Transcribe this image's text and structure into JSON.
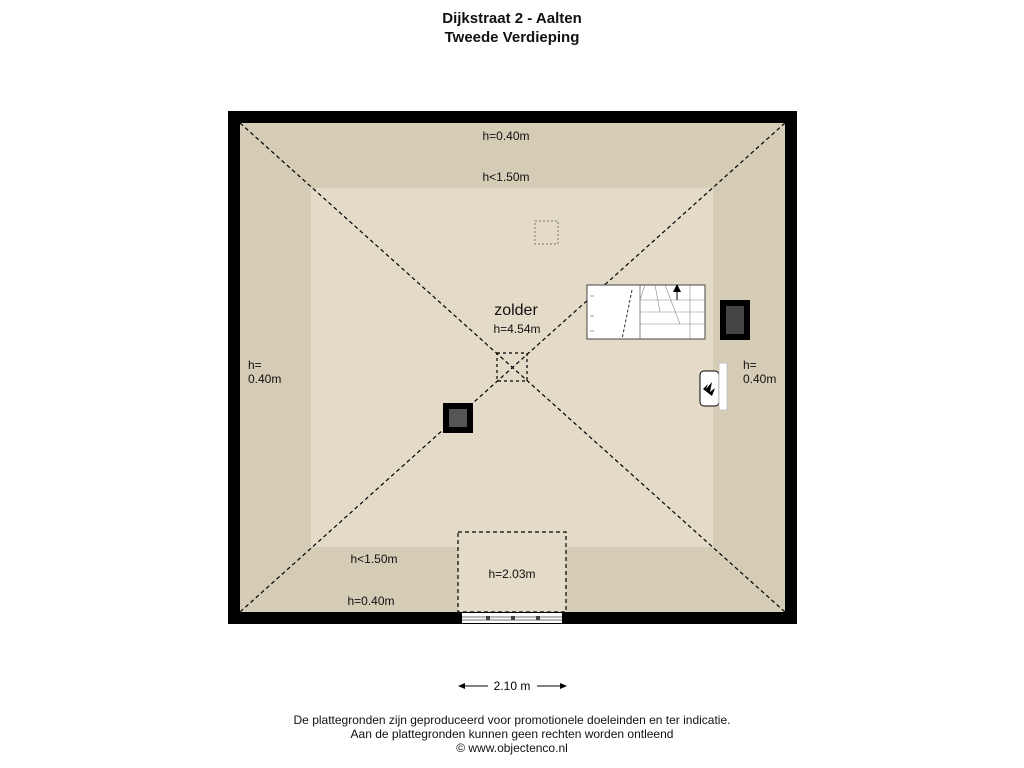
{
  "header": {
    "title": "Dijkstraat 2 - Aalten",
    "subtitle": "Tweede Verdieping"
  },
  "plan": {
    "room_name": "zolder",
    "room_height": "h=4.54m",
    "top_low": "h=0.40m",
    "top_mid": "h<1.50m",
    "left_h": "h=",
    "left_val": "0.40m",
    "right_h": "h=",
    "right_val": "0.40m",
    "bottom_mid": "h<1.50m",
    "bottom_low": "h=0.40m",
    "dormer_height": "h=2.03m",
    "dimension": "2.10 m"
  },
  "colors": {
    "wall": "#000000",
    "low_zone": "#d5ccb6",
    "room": "#e3dbc7"
  },
  "footer": {
    "line1": "De plattegronden zijn geproduceerd voor promotionele doeleinden en ter indicatie.",
    "line2": "Aan de plattegronden kunnen geen rechten worden ontleend",
    "line3": "© www.objectenco.nl"
  }
}
